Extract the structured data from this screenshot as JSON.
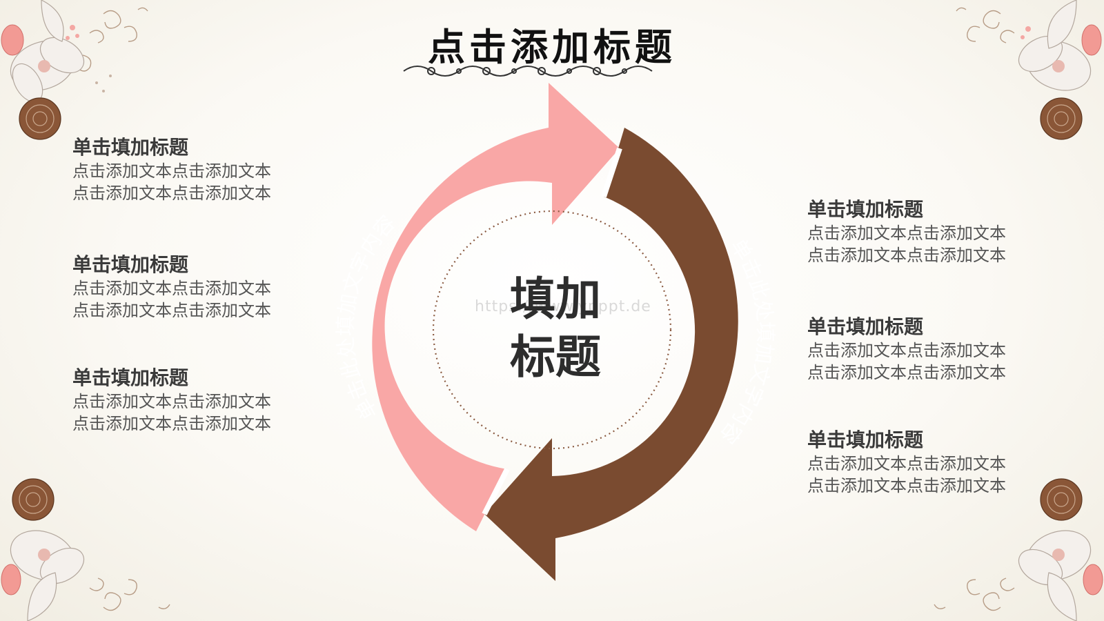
{
  "title": "点击添加标题",
  "center": {
    "line1": "填加",
    "line2": "标题"
  },
  "watermark": "https://www.ypppt.de",
  "arc_left_text": "单击此处填加文字内容",
  "arc_right_text": "单击此处填加文字内容",
  "left_blocks": [
    {
      "title": "单击填加标题",
      "line1": "点击添加文本点击添加文本",
      "line2": "点击添加文本点击添加文本"
    },
    {
      "title": "单击填加标题",
      "line1": "点击添加文本点击添加文本",
      "line2": "点击添加文本点击添加文本"
    },
    {
      "title": "单击填加标题",
      "line1": "点击添加文本点击添加文本",
      "line2": "点击添加文本点击添加文本"
    }
  ],
  "right_blocks": [
    {
      "title": "单击填加标题",
      "line1": "点击添加文本点击添加文本",
      "line2": "点击添加文本点击添加文本"
    },
    {
      "title": "单击填加标题",
      "line1": "点击添加文本点击添加文本",
      "line2": "点击添加文本点击添加文本"
    },
    {
      "title": "单击填加标题",
      "line1": "点击添加文本点击添加文本",
      "line2": "点击添加文本点击添加文本"
    }
  ],
  "colors": {
    "pink": "#f9a7a6",
    "brown": "#7a4b30",
    "dotted": "#8a5a40"
  }
}
